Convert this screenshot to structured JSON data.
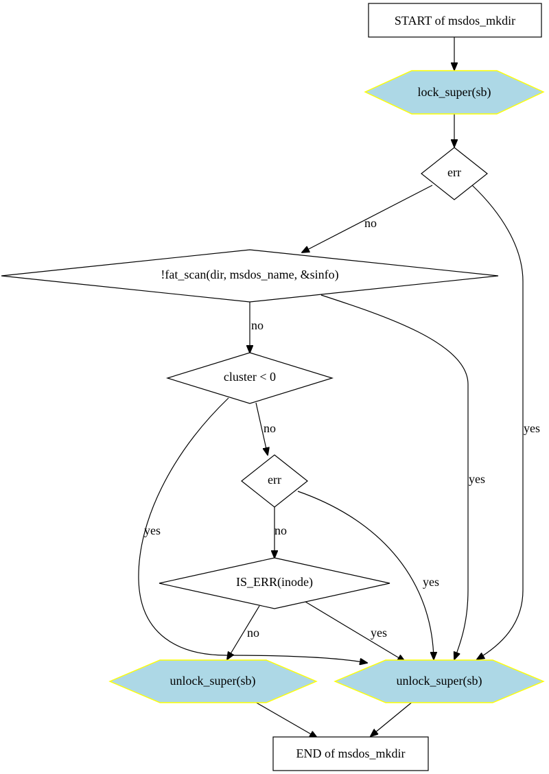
{
  "colors": {
    "hex_fill": "#add8e6",
    "hex_stroke": "#ffff00"
  },
  "nodes": {
    "start": "START of msdos_mkdir",
    "lock": "lock_super(sb)",
    "err1": "err",
    "fat_scan": "!fat_scan(dir, msdos_name, &sinfo)",
    "cluster": "cluster < 0",
    "err2": "err",
    "is_err": "IS_ERR(inode)",
    "unlock_left": "unlock_super(sb)",
    "unlock_right": "unlock_super(sb)",
    "end": "END of msdos_mkdir"
  },
  "edges": {
    "err1_no": "no",
    "err1_yes": "yes",
    "fat_no": "no",
    "fat_yes": "yes",
    "cluster_no": "no",
    "cluster_yes": "yes",
    "err2_no": "no",
    "err2_yes": "yes",
    "iserr_no": "no",
    "iserr_yes": "yes"
  }
}
